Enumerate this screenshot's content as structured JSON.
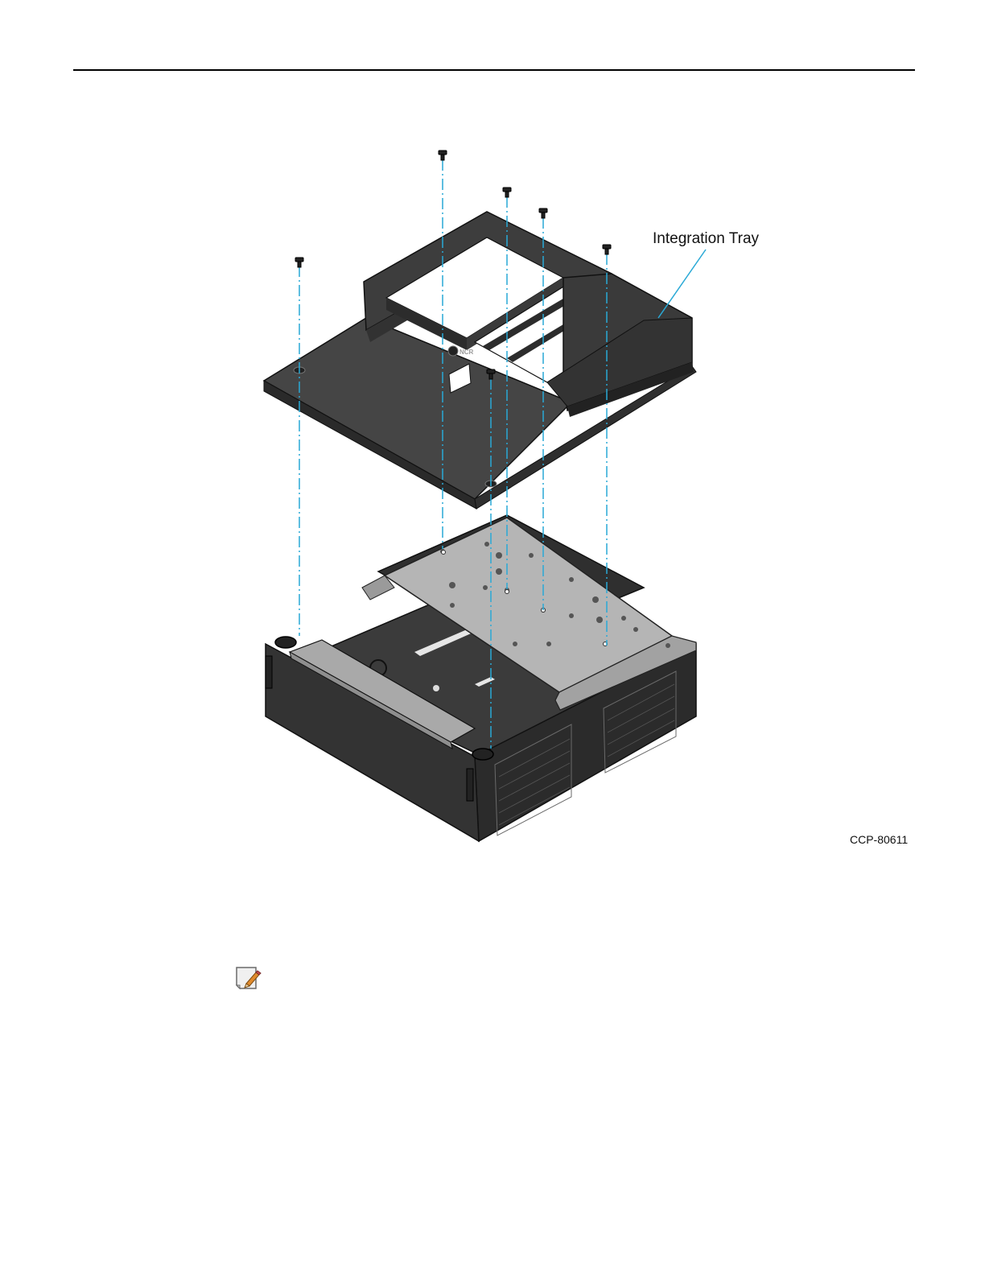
{
  "figure": {
    "callout_label": "Integration Tray",
    "figure_id": "CCP-80611",
    "logo_text": "NCR"
  },
  "icons": {
    "note": "note-pencil-icon"
  },
  "colors": {
    "guide_line": "#29a9d6",
    "tray_dark": "#3a3a3a",
    "tray_top": "#4a4a4a",
    "plate_gray": "#b4b4b4",
    "chassis_dark": "#2e2e2e"
  }
}
